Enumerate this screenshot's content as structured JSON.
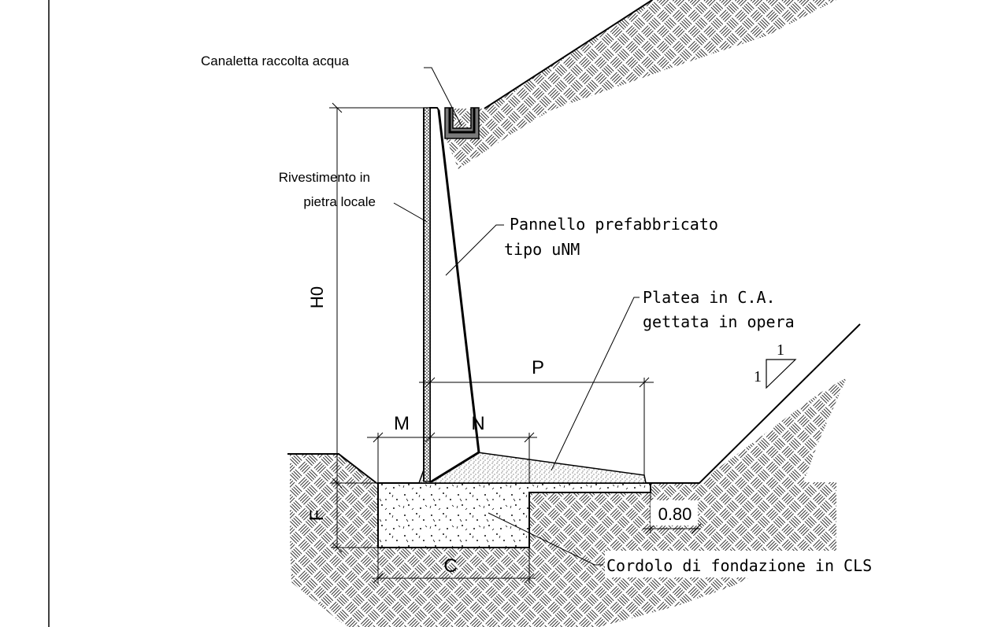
{
  "labels": {
    "canaletta": "Canaletta raccolta acqua",
    "rivestimento_line1": "Rivestimento in",
    "rivestimento_line2": "pietra locale",
    "pannello_line1": "Pannello prefabbricato",
    "pannello_line2": "tipo uNM",
    "platea_line1": "Platea in C.A.",
    "platea_line2": "gettata in opera",
    "cordolo": "Cordolo di fondazione in CLS"
  },
  "dimensions": {
    "h0": "H0",
    "p": "P",
    "m": "M",
    "n": "N",
    "f": "F",
    "c": "C",
    "depth": "0.80"
  },
  "slope": {
    "rise": "1",
    "run": "1"
  },
  "colors": {
    "line": "#000000",
    "channel_fill": "#7a7a7a",
    "background": "#ffffff"
  }
}
